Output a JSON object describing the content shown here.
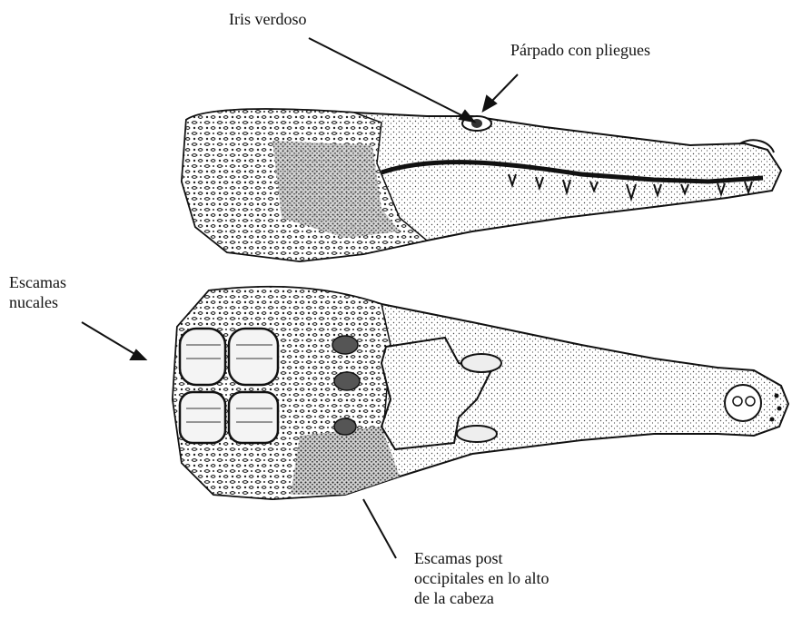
{
  "labels": {
    "iris": "Iris verdoso",
    "parpado": "Párpado con pliegues",
    "escamas_nucales": [
      "Escamas",
      "nucales"
    ],
    "escamas_post": [
      "Escamas post",
      "occipitales en lo alto",
      "de la cabeza"
    ]
  },
  "colors": {
    "ink": "#111111",
    "paper": "#ffffff",
    "stipple": "#555555"
  }
}
